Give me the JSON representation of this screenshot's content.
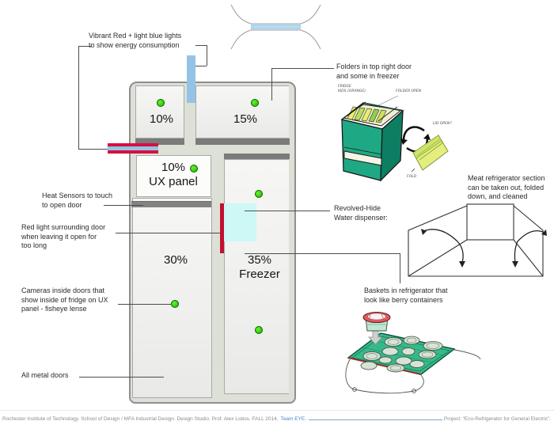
{
  "annotations": {
    "energy": {
      "line1": "Vibrant Red + light blue lights",
      "line2": "to show energy consumption"
    },
    "folders": {
      "line1": "Folders in top right door",
      "line2": "and some in freezer"
    },
    "heat": {
      "line1": "Heat Sensors to touch",
      "line2": "to open door"
    },
    "red_light": {
      "line1": "Red light surrounding door",
      "line2": "when leaving it open for",
      "line3": "too long"
    },
    "cameras": {
      "line1": "Cameras inside doors that",
      "line2": "show inside of fridge on UX",
      "line3": "panel - fisheye lense"
    },
    "metal": {
      "line1": "All metal doors"
    },
    "dispenser": {
      "line1": "Revolved-Hide",
      "line2": "Water dispenser:"
    },
    "meat": {
      "line1": "Meat refrigerator section",
      "line2": "can be taken out, folded",
      "line3": "down, and cleaned"
    },
    "baskets": {
      "line1": "Baskets in refrigerator that",
      "line2": "look like berry containers"
    }
  },
  "fridge": {
    "door_top_left_pct": "10%",
    "door_top_right_pct": "15%",
    "ux_pct": "10%",
    "ux_label": "UX panel",
    "door_left_pct": "30%",
    "freezer_pct": "35%",
    "freezer_label": "Freezer"
  },
  "sketch_notes": {
    "fridge_kids_1": "FRIDGE",
    "fridge_kids_2": "KIDS (ORANGE)",
    "folder_open": "FOLDER OPEN",
    "lid_open": "LID OPEN?",
    "fold": "FOLD"
  },
  "footer": {
    "credits": "Rochester Institute of Technology. School of Design / MFA Industrial Design. Design Studio. Prof. Alex Lobos. FALL 2014.",
    "team": "Team EYE.",
    "project": "Project: “Eco-Refrigerator for General Electric”."
  },
  "colors": {
    "accent_red": "#d5103f",
    "light_blue": "#94c3e6",
    "indicator_green": "#2fd30a",
    "dispenser_cyan": "#cdf8f6"
  }
}
